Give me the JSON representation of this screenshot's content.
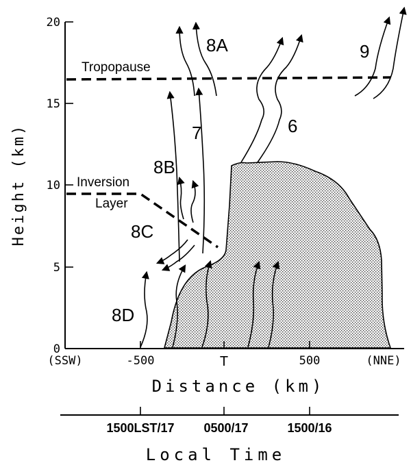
{
  "chart_data": {
    "type": "diagram",
    "ylabel": "Height (km)",
    "xlabel": "Distance (km)",
    "y_ticks": [
      "0",
      "5",
      "10",
      "15",
      "20"
    ],
    "x_ticks": [
      "(SSW)",
      "-500",
      "T",
      "500",
      "(NNE)"
    ],
    "ylim": [
      0,
      20
    ],
    "annotations": {
      "tropopause": "Tropopause",
      "inversion_line1": "Inversion",
      "inversion_line2": "Layer",
      "label_6": "6",
      "label_7": "7",
      "label_8A": "8A",
      "label_8B": "8B",
      "label_8C": "8C",
      "label_8D": "8D",
      "label_9": "9"
    },
    "time_axis": {
      "ticks": [
        "1500LST/17",
        "0500/17",
        "1500/16"
      ],
      "label": "Local Time"
    }
  }
}
